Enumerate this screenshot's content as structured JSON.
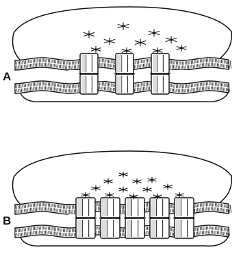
{
  "panels": [
    {
      "label": "A",
      "channels": 3,
      "particles": 10
    },
    {
      "label": "B",
      "channels": 5,
      "particles": 13
    }
  ],
  "colors": {
    "ink": "#111111",
    "paper": "#ffffff",
    "shade": "#dddddd"
  }
}
